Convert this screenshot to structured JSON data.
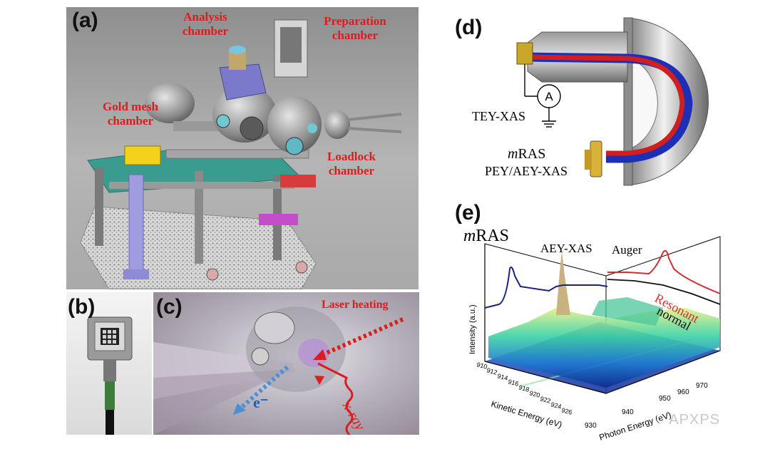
{
  "panel_a": {
    "label": "(a)",
    "annotations": {
      "analysis": "Analysis chamber",
      "preparation": "Preparation chamber",
      "gold_mesh": "Gold mesh chamber",
      "loadlock": "Loadlock chamber"
    }
  },
  "panel_b": {
    "label": "(b)"
  },
  "panel_c": {
    "label": "(c)",
    "laser": "Laser heating",
    "electron": "e⁻",
    "xray": "x-ray"
  },
  "panel_d": {
    "label": "(d)",
    "tey": "TEY-XAS",
    "ammeter": "A",
    "mras_italic": "m",
    "mras_rest": "RAS",
    "pey": "PEY/AEY-XAS"
  },
  "panel_e": {
    "label": "(e)",
    "mras_italic": "m",
    "mras_rest": "RAS",
    "aey": "AEY-XAS",
    "auger": "Auger",
    "resonant": "Resonant",
    "normal": "normal",
    "ylabel": "Intensity (a.u.)",
    "xlabel_kinetic": "Kinetic Energy (eV)",
    "xlabel_photon": "Photon Energy (eV)",
    "kinetic_ticks": [
      "910",
      "912",
      "914",
      "916",
      "918",
      "920",
      "922",
      "924",
      "926"
    ],
    "photon_ticks": [
      "930",
      "940",
      "950",
      "960",
      "970"
    ]
  },
  "watermark": "APXPS",
  "colors": {
    "annotation_red": "#d81e1e",
    "spectrum_blue": "#1a237e",
    "resonant_red": "#d32f2f"
  }
}
